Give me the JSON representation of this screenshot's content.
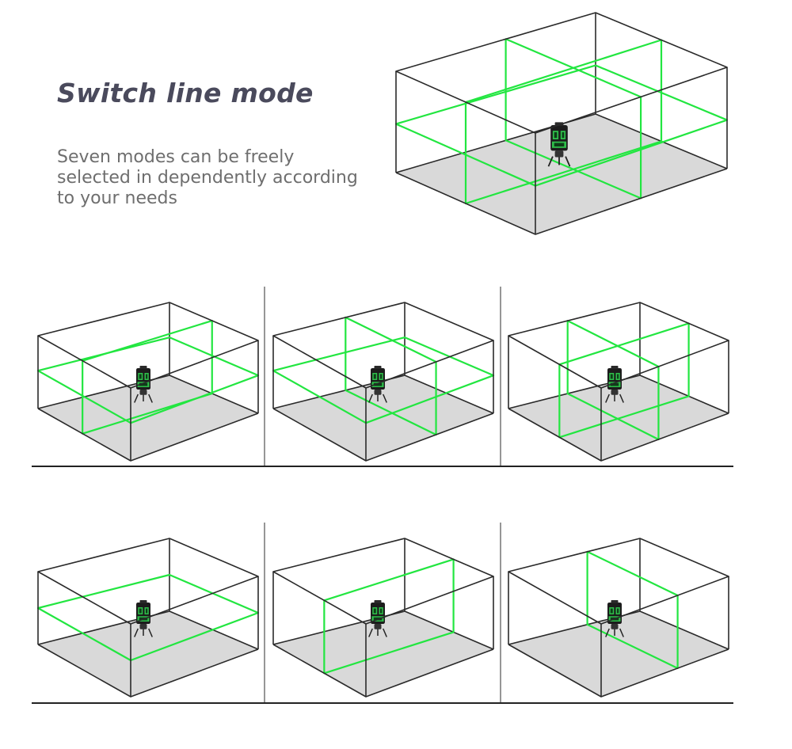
{
  "header": {
    "title": "Switch line mode",
    "description_lines": [
      "Seven modes can be freely",
      "selected in dependently according",
      "to your needs"
    ]
  },
  "colors": {
    "laser": "#22e640",
    "title": "#4a4a5c",
    "text": "#6e6e6e",
    "floor": "#d9d9d9"
  },
  "device": {
    "icon": "laser-level-icon"
  },
  "modes": [
    {
      "id": "all-lines"
    },
    {
      "id": "left-vertical-horizontal"
    },
    {
      "id": "front-vertical-horizontal"
    },
    {
      "id": "two-vertical"
    },
    {
      "id": "horizontal-only"
    },
    {
      "id": "left-vertical-only"
    },
    {
      "id": "front-vertical-only"
    }
  ]
}
